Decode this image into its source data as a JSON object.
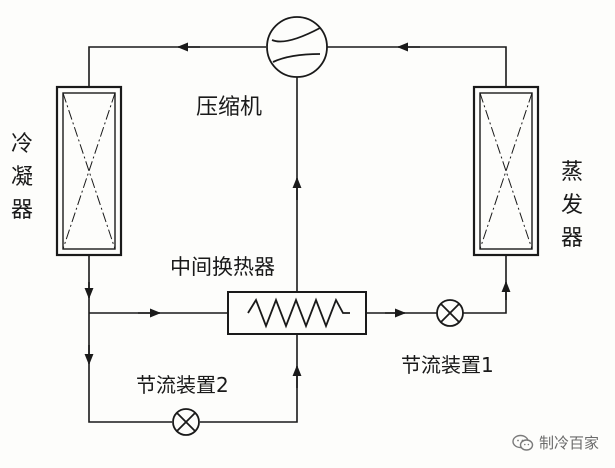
{
  "labels": {
    "compressor": "压缩机",
    "condenser": "冷凝器",
    "evaporator": "蒸发器",
    "intermediate_heat_exchanger": "中间换热器",
    "throttle_1": "节流装置1",
    "throttle_2": "节流装置2"
  },
  "watermark": {
    "text": "制冷百家",
    "icon": "wechat-icon"
  },
  "colors": {
    "line": "#1a1a1a",
    "background": "#fdfdfb"
  }
}
